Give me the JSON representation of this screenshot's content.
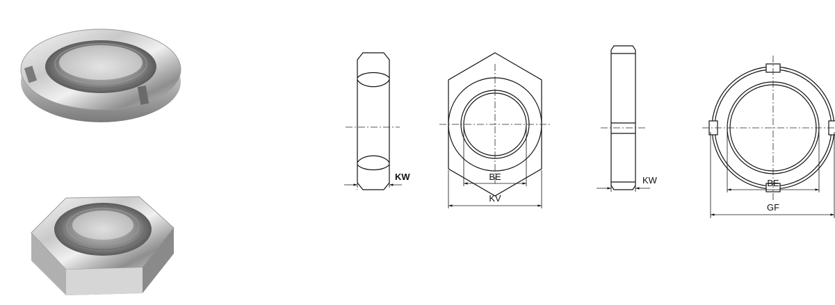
{
  "labels": {
    "hex_side_width": "KW",
    "hex_front_bore": "BE",
    "hex_front_across_flats": "KV",
    "slotted_side_width": "KW",
    "slotted_front_bore": "BE",
    "slotted_front_outer": "GF"
  },
  "colors": {
    "line": "#111111",
    "metal_light": "#f2f2f2",
    "metal_mid": "#bdbdbd",
    "metal_dark": "#6e6e6e"
  }
}
